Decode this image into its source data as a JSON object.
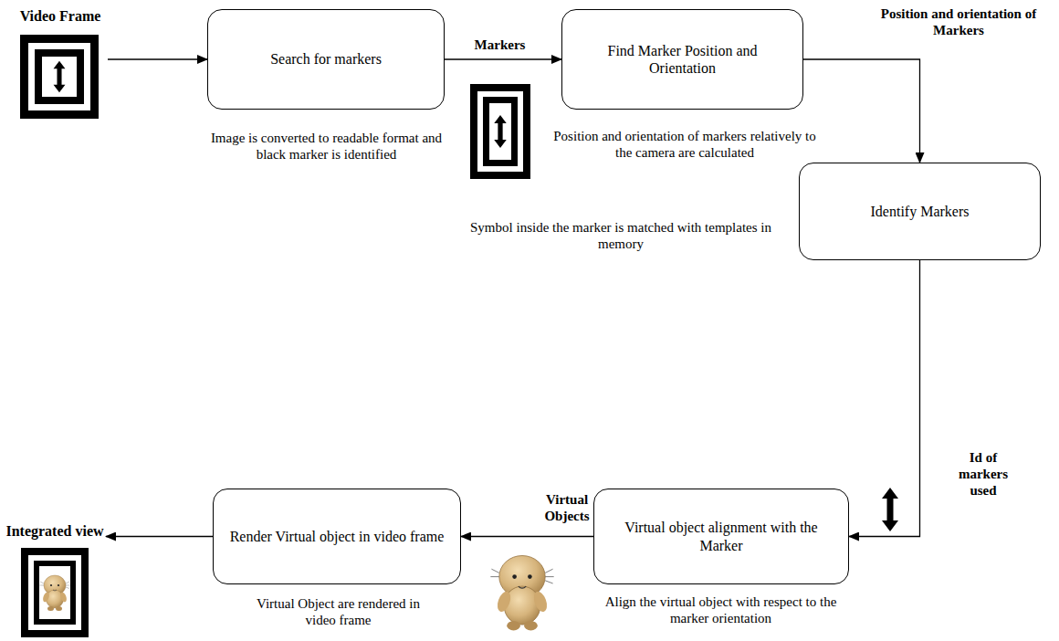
{
  "diagram": {
    "nodes": [
      {
        "text": [
          "Video Frame"
        ]
      },
      {
        "text": [
          "Search for markers"
        ]
      },
      {
        "text": [
          "Find Marker Position and Orientation"
        ]
      },
      {
        "text": [
          "Identify Markers"
        ]
      },
      {
        "text": [
          "Virtual object alignment with the Marker"
        ]
      },
      {
        "text": [
          "Render Virtual object in video frame"
        ]
      },
      {
        "text": [
          "Integrated view"
        ]
      }
    ],
    "edges": [
      {
        "from": 0,
        "to": 1,
        "arrow": "to"
      },
      {
        "from": 1,
        "to": 2,
        "label": "Markers",
        "arrow": "to"
      },
      {
        "from": 2,
        "to": 3,
        "label": "Position and orientation of Markers",
        "arrow": "to"
      },
      {
        "from": 3,
        "to": 4,
        "label": "Id of markers used",
        "arrow": "to"
      },
      {
        "from": 4,
        "to": 5,
        "label": "Virtual Objects",
        "arrow": "to"
      },
      {
        "from": 5,
        "to": 6,
        "arrow": "to"
      }
    ],
    "labels": [
      "Image is converted to readable format and black marker is identified",
      "Position and orientation of markers relatively to the camera are calculated",
      "Symbol inside the marker is matched with templates in memory",
      "Align the virtual object with respect to the marker orientation",
      "Virtual Object are rendered in video frame"
    ]
  }
}
